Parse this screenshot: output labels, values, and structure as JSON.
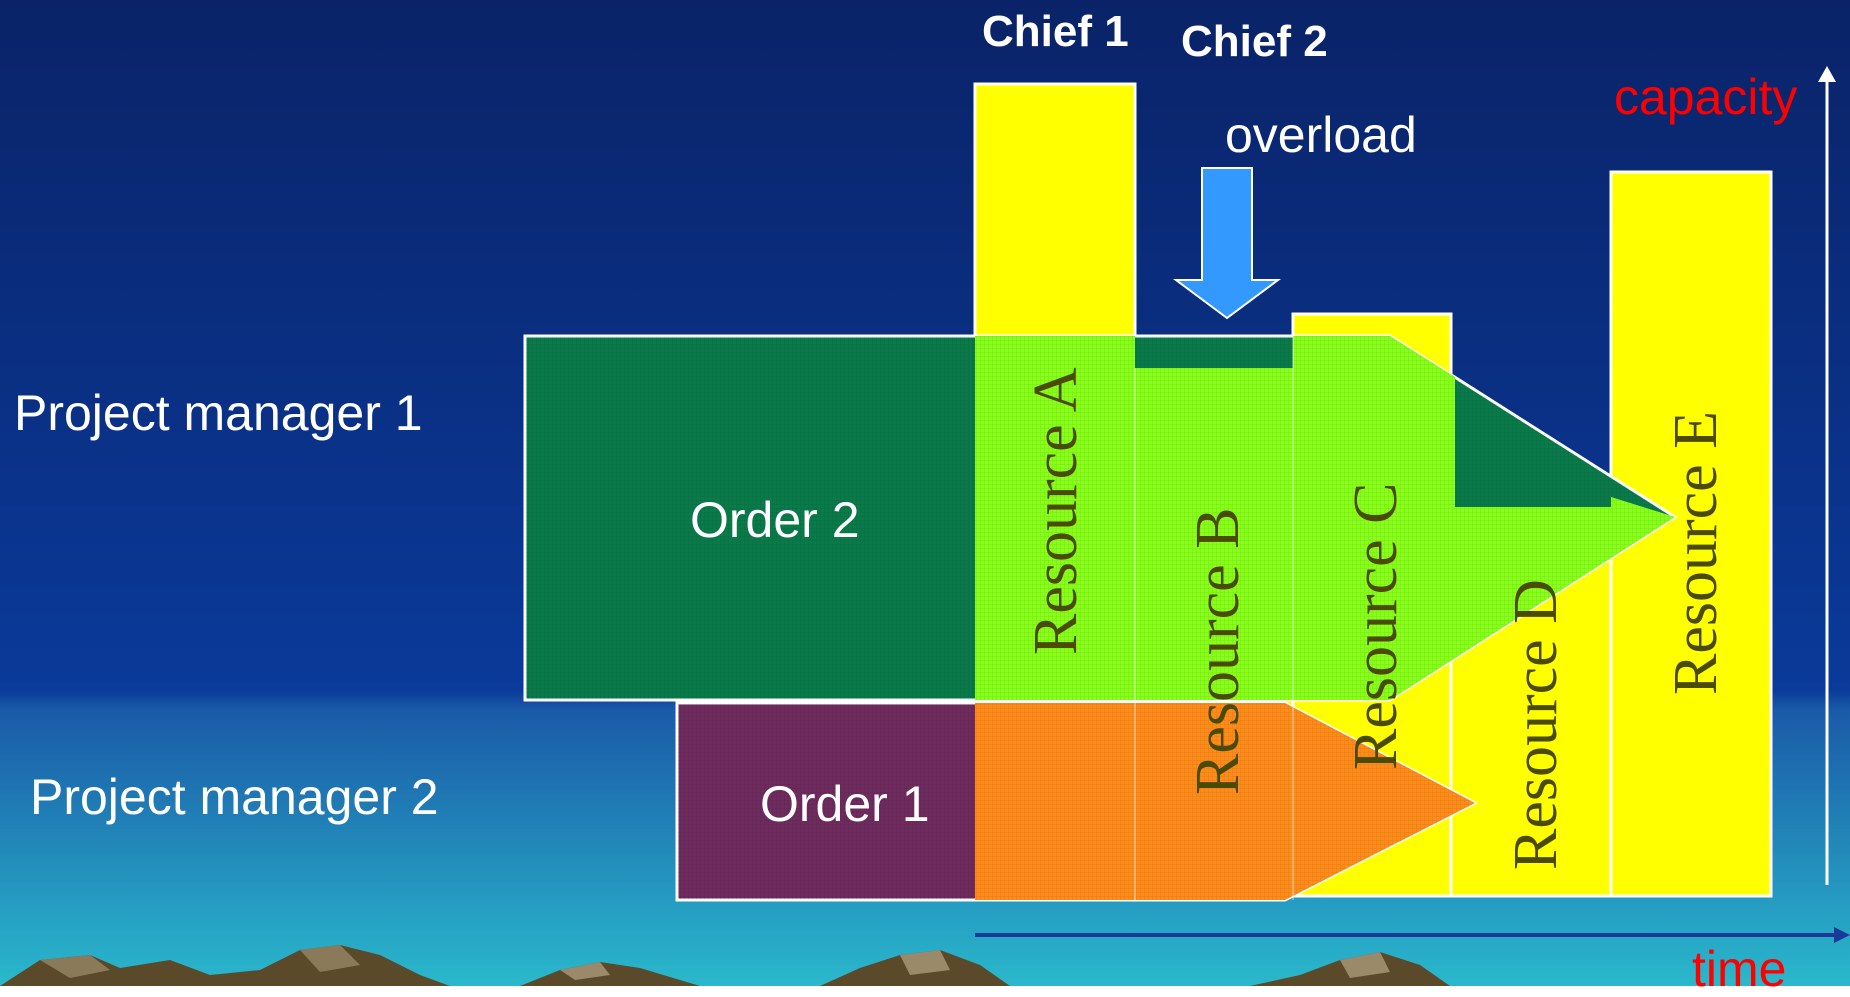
{
  "labels": {
    "project_manager_1": "Project manager 1",
    "project_manager_2": "Project manager 2",
    "chief_1": "Chief 1",
    "chief_2": "Chief 2",
    "overload": "overload",
    "capacity": "capacity",
    "time": "time",
    "order_2": "Order 2",
    "order_1": "Order 1"
  },
  "resources": [
    "Resource A",
    "Resource B",
    "Resource C",
    "Resource D",
    "Resource E"
  ],
  "colors": {
    "background_top": "#0a2a6e",
    "background_bottom": "#2ab5cc",
    "resource_bar": "#ffff00",
    "order_2_body": "#0b7a4a",
    "order_2_overlap": "#88ff1a",
    "order_1_body": "#6a2a5a",
    "order_1_overlap": "#ff8c1a",
    "overload_bar": "#ff0000",
    "overload_arrow": "#3399ff",
    "capacity_text": "#ff0000",
    "time_text": "#ff0000"
  }
}
